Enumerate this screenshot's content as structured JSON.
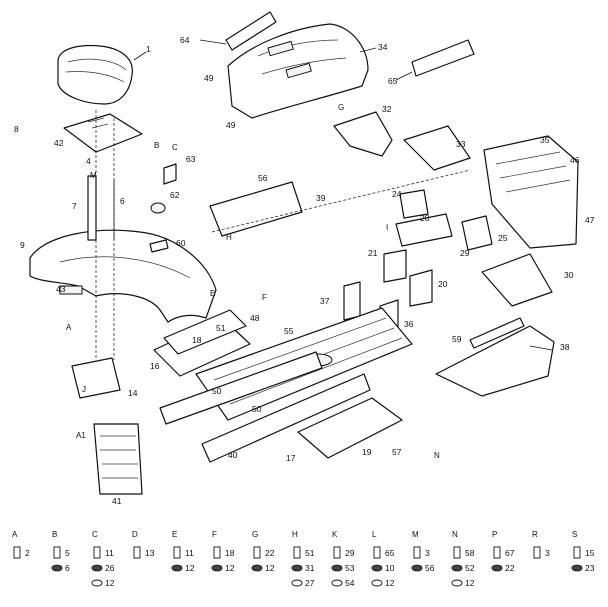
{
  "callouts": [
    {
      "id": "c1",
      "text": "1"
    },
    {
      "id": "c64",
      "text": "64"
    },
    {
      "id": "c34",
      "text": "34"
    },
    {
      "id": "c49a",
      "text": "49"
    },
    {
      "id": "c49b",
      "text": "49"
    },
    {
      "id": "c65",
      "text": "65"
    },
    {
      "id": "c42",
      "text": "42"
    },
    {
      "id": "c8",
      "text": "8"
    },
    {
      "id": "c4",
      "text": "4"
    },
    {
      "id": "c63",
      "text": "63"
    },
    {
      "id": "c62",
      "text": "62"
    },
    {
      "id": "c7",
      "text": "7"
    },
    {
      "id": "c6",
      "text": "6"
    },
    {
      "id": "c60",
      "text": "60"
    },
    {
      "id": "c9",
      "text": "9"
    },
    {
      "id": "c43",
      "text": "43"
    },
    {
      "id": "c32",
      "text": "32"
    },
    {
      "id": "c33",
      "text": "33"
    },
    {
      "id": "c35",
      "text": "35"
    },
    {
      "id": "c46",
      "text": "46"
    },
    {
      "id": "c47",
      "text": "47"
    },
    {
      "id": "c56",
      "text": "56"
    },
    {
      "id": "c39",
      "text": "39"
    },
    {
      "id": "c24",
      "text": "24"
    },
    {
      "id": "c28",
      "text": "28"
    },
    {
      "id": "c25",
      "text": "25"
    },
    {
      "id": "c29",
      "text": "29"
    },
    {
      "id": "c21",
      "text": "21"
    },
    {
      "id": "c20",
      "text": "20"
    },
    {
      "id": "c30",
      "text": "30"
    },
    {
      "id": "c37",
      "text": "37"
    },
    {
      "id": "c36",
      "text": "36"
    },
    {
      "id": "c48",
      "text": "48"
    },
    {
      "id": "c18",
      "text": "18"
    },
    {
      "id": "c51",
      "text": "51"
    },
    {
      "id": "c16",
      "text": "16"
    },
    {
      "id": "c55",
      "text": "55"
    },
    {
      "id": "c59",
      "text": "59"
    },
    {
      "id": "c38",
      "text": "38"
    },
    {
      "id": "c14",
      "text": "14"
    },
    {
      "id": "c50a",
      "text": "50"
    },
    {
      "id": "c50b",
      "text": "50"
    },
    {
      "id": "c41",
      "text": "41"
    },
    {
      "id": "c40",
      "text": "40"
    },
    {
      "id": "c17",
      "text": "17"
    },
    {
      "id": "c19",
      "text": "19"
    },
    {
      "id": "c57",
      "text": "57"
    }
  ],
  "letter_tags": [
    "B",
    "C",
    "G",
    "H",
    "I",
    "E",
    "F",
    "J",
    "A",
    "N",
    "A1",
    "M"
  ],
  "hardware_legend": [
    {
      "letter": "A",
      "parts": [
        "2"
      ]
    },
    {
      "letter": "B",
      "parts": [
        "5",
        "6"
      ]
    },
    {
      "letter": "C",
      "parts": [
        "11",
        "26",
        "12"
      ]
    },
    {
      "letter": "D",
      "parts": [
        "13"
      ]
    },
    {
      "letter": "E",
      "parts": [
        "11",
        "12"
      ]
    },
    {
      "letter": "F",
      "parts": [
        "18",
        "12"
      ]
    },
    {
      "letter": "G",
      "parts": [
        "22",
        "12"
      ]
    },
    {
      "letter": "H",
      "parts": [
        "51",
        "31",
        "27"
      ]
    },
    {
      "letter": "K",
      "parts": [
        "29",
        "53",
        "54"
      ]
    },
    {
      "letter": "L",
      "parts": [
        "65",
        "10",
        "12"
      ]
    },
    {
      "letter": "M",
      "parts": [
        "3",
        "56"
      ]
    },
    {
      "letter": "N",
      "parts": [
        "58",
        "52",
        "12"
      ]
    },
    {
      "letter": "P",
      "parts": [
        "67",
        "22"
      ]
    },
    {
      "letter": "R",
      "parts": [
        "3"
      ]
    },
    {
      "letter": "S",
      "parts": [
        "15",
        "23"
      ]
    }
  ]
}
